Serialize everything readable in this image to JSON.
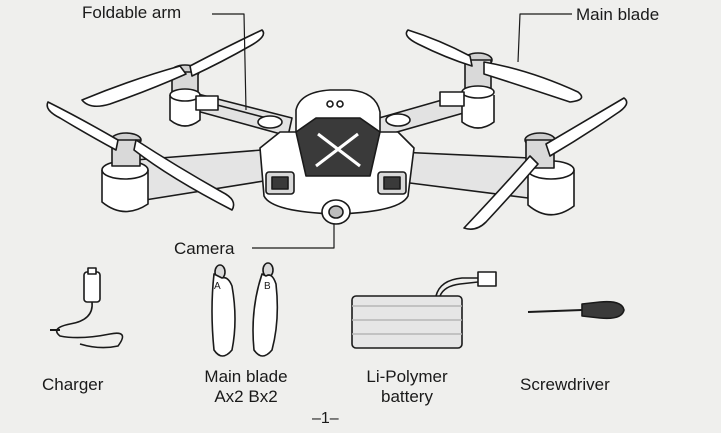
{
  "callouts": {
    "foldable_arm": "Foldable arm",
    "main_blade": "Main blade",
    "camera": "Camera"
  },
  "blade_markings": {
    "a": "A",
    "b": "B"
  },
  "accessories": [
    {
      "name": "Charger"
    },
    {
      "name": "Main blade",
      "qty": "Ax2 Bx2"
    },
    {
      "name": "Li-Polymer",
      "name2": "battery"
    },
    {
      "name": "Screwdriver"
    }
  ],
  "page_number": "–1–",
  "colors": {
    "ink": "#1a1a1a",
    "paper": "#efefed",
    "fill": "#ffffff",
    "shade": "#c9c9c9"
  }
}
